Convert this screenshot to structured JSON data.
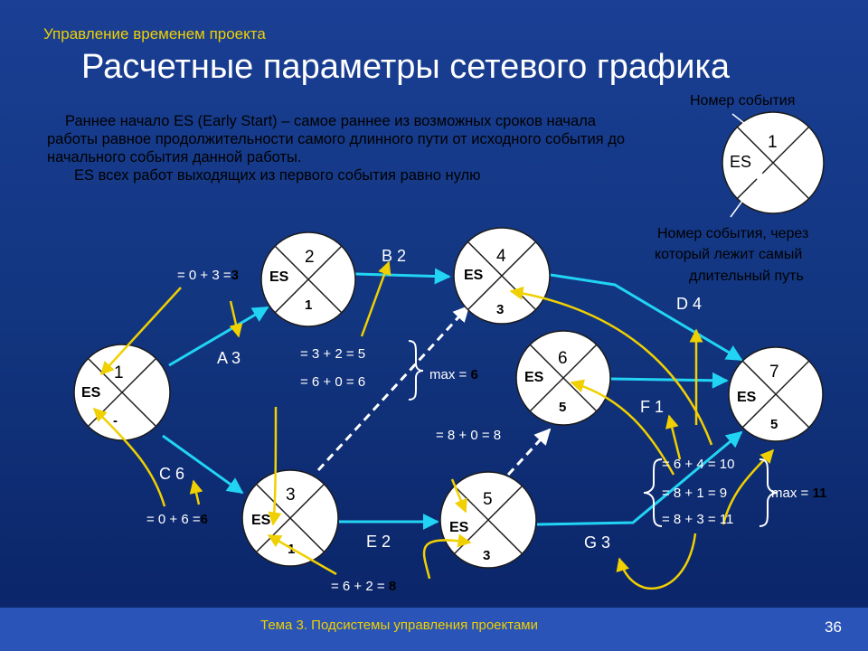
{
  "header": {
    "section": "Управление временем проекта",
    "title": "Расчетные параметры сетевого графика"
  },
  "definition": {
    "para1": "Раннее начало ES (Early Start) – самое раннее из возможных сроков начала работы равное продолжительности самого длинного пути от исходного события до начального события данной работы.",
    "para2": "ES всех работ выходящих из первого события равно нулю"
  },
  "legend": {
    "event_number_label": "Номер события",
    "path_event_label_lines": [
      "Номер события, через",
      "который лежит самый",
      "длительный путь"
    ],
    "number": "1",
    "es": "ES"
  },
  "nodes": [
    {
      "id": "1",
      "es_label": "ES",
      "pred": "-"
    },
    {
      "id": "2",
      "es_label": "ES",
      "pred": "1"
    },
    {
      "id": "3",
      "es_label": "ES",
      "pred": "1"
    },
    {
      "id": "4",
      "es_label": "ES",
      "pred": "3"
    },
    {
      "id": "5",
      "es_label": "ES",
      "pred": "3"
    },
    {
      "id": "6",
      "es_label": "ES",
      "pred": "5"
    },
    {
      "id": "7",
      "es_label": "ES",
      "pred": "5"
    }
  ],
  "activities": {
    "A": "A 3",
    "B": "B 2",
    "C": "C 6",
    "D": "D 4",
    "E": "E 2",
    "F": "F 1",
    "G": "G 3"
  },
  "calculations": {
    "es2": {
      "expr": "= 0 + 3 =",
      "result": "3"
    },
    "es3": {
      "expr": "= 0 + 6 =",
      "result": "6"
    },
    "es4_a": "= 3 + 2 =  5",
    "es4_b": "= 6 + 0 =  6",
    "es4_max": {
      "label": "max = ",
      "value": "6"
    },
    "es5": {
      "expr": "= 6 + 2 = ",
      "result": "8"
    },
    "es6": "= 8 + 0 =  8",
    "es7_a": "= 6 + 4 = 10",
    "es7_b": "= 8 + 1 = 9",
    "es7_c": "= 8 + 3 = 11",
    "es7_max": {
      "label": "max = ",
      "value": "11"
    }
  },
  "footer": {
    "topic": "Тема 3. Подсистемы управления проектами",
    "page": "36"
  },
  "colors": {
    "background": "#12357f",
    "accent_yellow": "#f0d000",
    "arrow_cyan": "#22d4f4",
    "node_fill": "#ffffff"
  }
}
